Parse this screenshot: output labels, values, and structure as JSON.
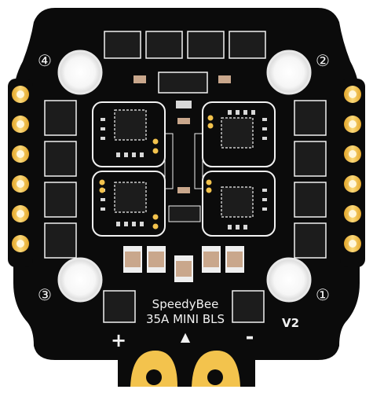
{
  "board": {
    "brand": "SpeedyBee",
    "model": "35A MINI BLS",
    "version": "V2",
    "motor_labels": [
      "④",
      "②",
      "③",
      "①"
    ],
    "polarity": {
      "plus": "+",
      "minus": "-"
    },
    "arrow": "▲",
    "colors": {
      "pcb": "#0b0b0b",
      "silk": "#f2f2f2",
      "gold": "#f3c34d",
      "mosfet": "#1c1c1c",
      "cap": "#c9a78c"
    }
  }
}
